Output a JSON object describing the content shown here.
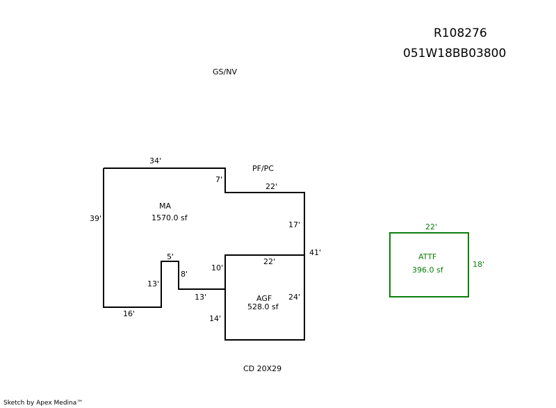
{
  "header": {
    "account_id": "R108276",
    "map_taxlot": "051W18BB03800"
  },
  "notes": {
    "gs_nv": "GS/NV",
    "pf_pc": "PF/PC",
    "cd": "CD 20X29"
  },
  "areas": {
    "ma": {
      "code": "MA",
      "area": "1570.0 sf"
    },
    "agf": {
      "code": "AGF",
      "area": "528.0 sf"
    },
    "attf": {
      "code": "ATTF",
      "area": "396.0 sf"
    }
  },
  "dimensions": {
    "ma_top": "34'",
    "ma_step_down": "7'",
    "ma_upper_right": "22'",
    "ma_right_upper": "17'",
    "ma_right_total": "41'",
    "ma_left": "39'",
    "ma_bottom_left": "16'",
    "ma_notch_left": "13'",
    "ma_notch_top": "5'",
    "ma_notch_right": "8'",
    "ma_lower_horizontal": "13'",
    "agf_left_upper": "10'",
    "agf_left_lower": "14'",
    "agf_top": "22'",
    "agf_right": "24'",
    "attf_top": "22'",
    "attf_right": "18'"
  },
  "colors": {
    "outline": "#000000",
    "attf": "#0a7f0a"
  },
  "footer": {
    "credit": "Sketch by Apex Medina™"
  }
}
